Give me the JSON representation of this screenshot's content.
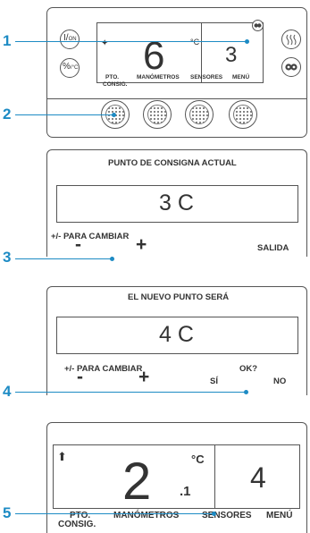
{
  "callouts": [
    "1",
    "2",
    "3",
    "4",
    "5"
  ],
  "panel1": {
    "main_value": "6",
    "unit": "°C",
    "right_value": "3",
    "labels": [
      "PTO.",
      "CONSIG.",
      "MANÓMETROS",
      "SENSORES",
      "MENÚ"
    ],
    "left_icons": [
      "on-off-icon",
      "percent-icon"
    ],
    "right_icons": [
      "defrost-icon",
      "eyes-icon"
    ]
  },
  "panel3": {
    "title": "PUNTO DE CONSIGNA ACTUAL",
    "value": "3 C",
    "change_label": "+/- PARA CAMBIAR",
    "minus": "-",
    "plus": "+",
    "exit": "SALIDA"
  },
  "panel4": {
    "title": "EL NUEVO PUNTO SERÁ",
    "value": "4 C",
    "change_label": "+/- PARA CAMBIAR",
    "minus": "-",
    "plus": "+",
    "ok": "OK?",
    "yes": "SÍ",
    "no": "NO"
  },
  "panel5": {
    "main_value": "2",
    "decimal": ".1",
    "unit": "°C",
    "right_value": "4",
    "labels": [
      "PTO.",
      "CONSIG.",
      "MANÓMETROS",
      "SENSORES",
      "MENÚ"
    ]
  },
  "colors": {
    "accent": "#1d8bc4",
    "line": "#555555"
  }
}
